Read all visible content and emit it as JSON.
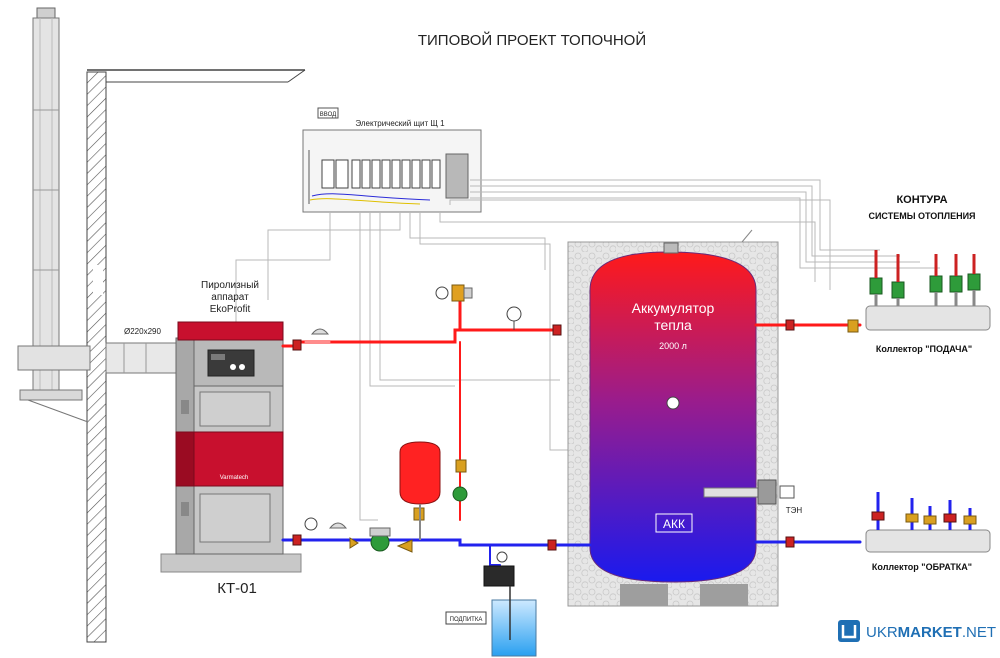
{
  "title": "ТИПОВОЙ ПРОЕКТ ТОПОЧНОЙ",
  "electric_panel": {
    "label": "Электрический щит Щ 1",
    "input_label": "ВВОД"
  },
  "boiler": {
    "label_line1": "Пиролизный",
    "label_line2": "аппарат",
    "label_line3": "EkoProfit",
    "model": "КТ-01",
    "brand": "Varmatech",
    "chimney_size": "Ø220х290"
  },
  "accumulator": {
    "name_line1": "Аккумулятор",
    "name_line2": "тепла",
    "volume": "2000 л",
    "code": "АКК",
    "heater": "ТЭН"
  },
  "heating": {
    "title_line1": "КОНТУРА",
    "title_line2": "СИСТЕМЫ ОТОПЛЕНИЯ",
    "supply_manifold": "Коллектор \"ПОДАЧА\"",
    "return_manifold": "Коллектор \"ОБРАТКА\""
  },
  "makeup": {
    "label": "ПОДПИТКА"
  },
  "watermark": {
    "text_a": "UKR",
    "text_b": "MARKET",
    "text_c": ".NET",
    "color": "#1f6fb4"
  },
  "colors": {
    "hot": "#ff1a1a",
    "cold": "#2222ee",
    "boiler_red": "#c8102e",
    "pump_green": "#2e9b3a"
  }
}
